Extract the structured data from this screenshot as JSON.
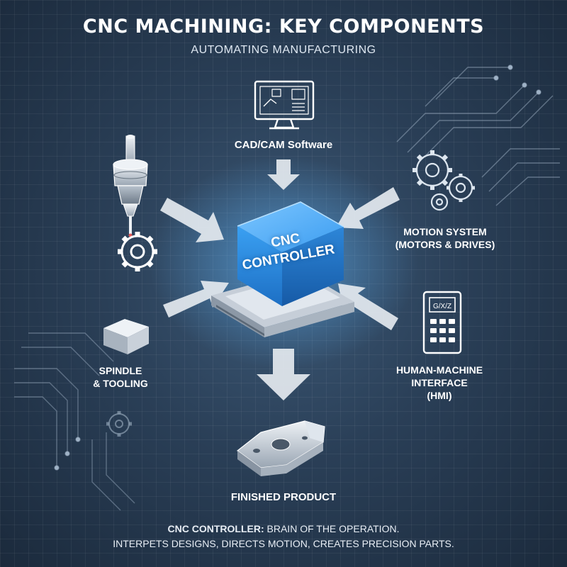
{
  "header": {
    "title": "CNC MACHINING: KEY COMPONENTS",
    "subtitle": "AUTOMATING MANUFACTURING"
  },
  "center": {
    "line1": "CNC",
    "line2": "CONTROLLER",
    "color": "#3da5f4"
  },
  "components": {
    "cad": {
      "label": "CAD/CAM Software",
      "icon": "monitor-icon"
    },
    "motion": {
      "line1": "MOTION SYSTEM",
      "line2": "(MOTORS & DRIVES)",
      "icon": "gears-icon"
    },
    "hmi": {
      "line1": "HUMAN-MACHINE",
      "line2": "INTERFACE",
      "line3": "(HMI)",
      "icon": "keypad-icon",
      "screen_text": "G/X/Z"
    },
    "spindle": {
      "line1": "SPINDLE",
      "line2": "& TOOLING",
      "icon": "spindle-icon"
    },
    "product": {
      "label": "FINISHED PRODUCT",
      "icon": "machined-part-icon"
    }
  },
  "footer": {
    "line1_strong": "CNC CONTROLLER:",
    "line1_rest": " BRAIN OF THE OPERATION.",
    "line2": "INTERPETS DESIGNS, DIRECTS MOTION, CREATES PRECISION PARTS."
  },
  "colors": {
    "background": "#2a3f57",
    "accent": "#3da5f4",
    "arrow": "#e4e9ef"
  }
}
